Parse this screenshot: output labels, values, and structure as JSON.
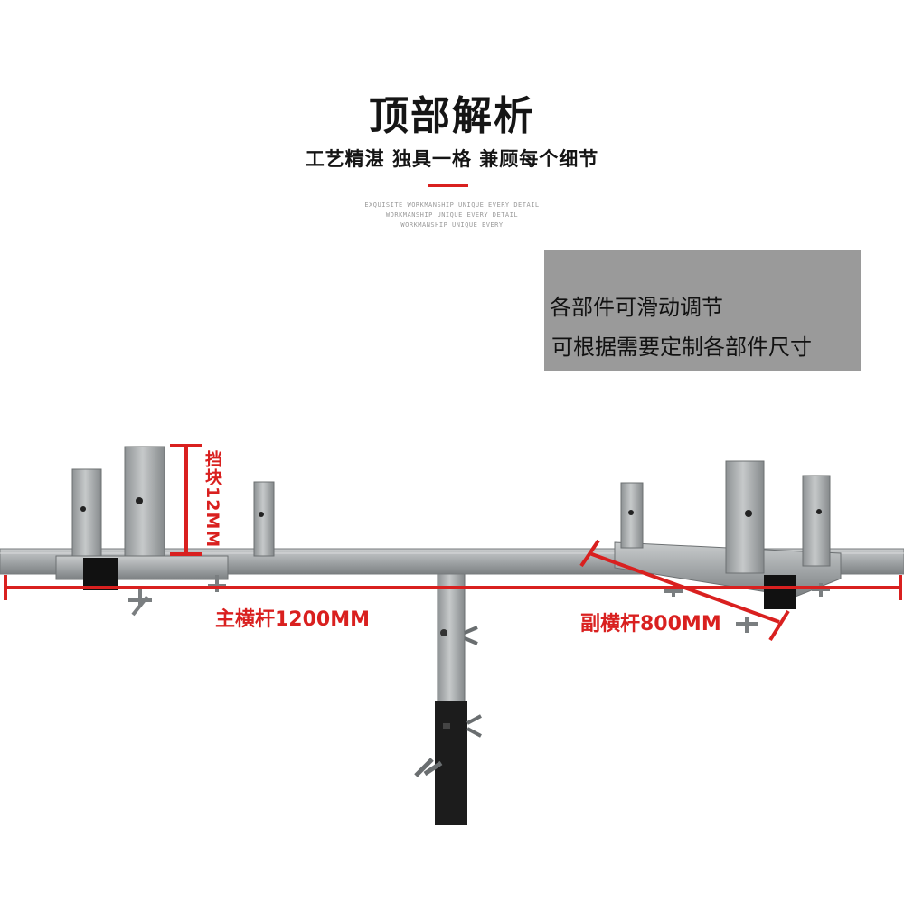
{
  "header": {
    "title": "顶部解析",
    "subtitle": "工艺精湛  独具一格  兼顾每个细节",
    "en_lines": [
      "EXQUISITE WORKMANSHIP UNIQUE EVERY DETAIL",
      "WORKMANSHIP UNIQUE EVERY DETAIL",
      "WORKMANSHIP UNIQUE EVERY"
    ]
  },
  "info_box": {
    "line1": "各部件可滑动调节",
    "line2": "可根据需要定制各部件尺寸"
  },
  "labels": {
    "block": "挡块12MM",
    "main_bar": "主横杆1200MM",
    "sub_bar": "副横杆800MM"
  },
  "colors": {
    "accent": "#d9201f",
    "box_bg": "#9a9a9a",
    "metal": "#a7abad",
    "metal_dark": "#5e6264",
    "stand": "#1c1c1c"
  }
}
